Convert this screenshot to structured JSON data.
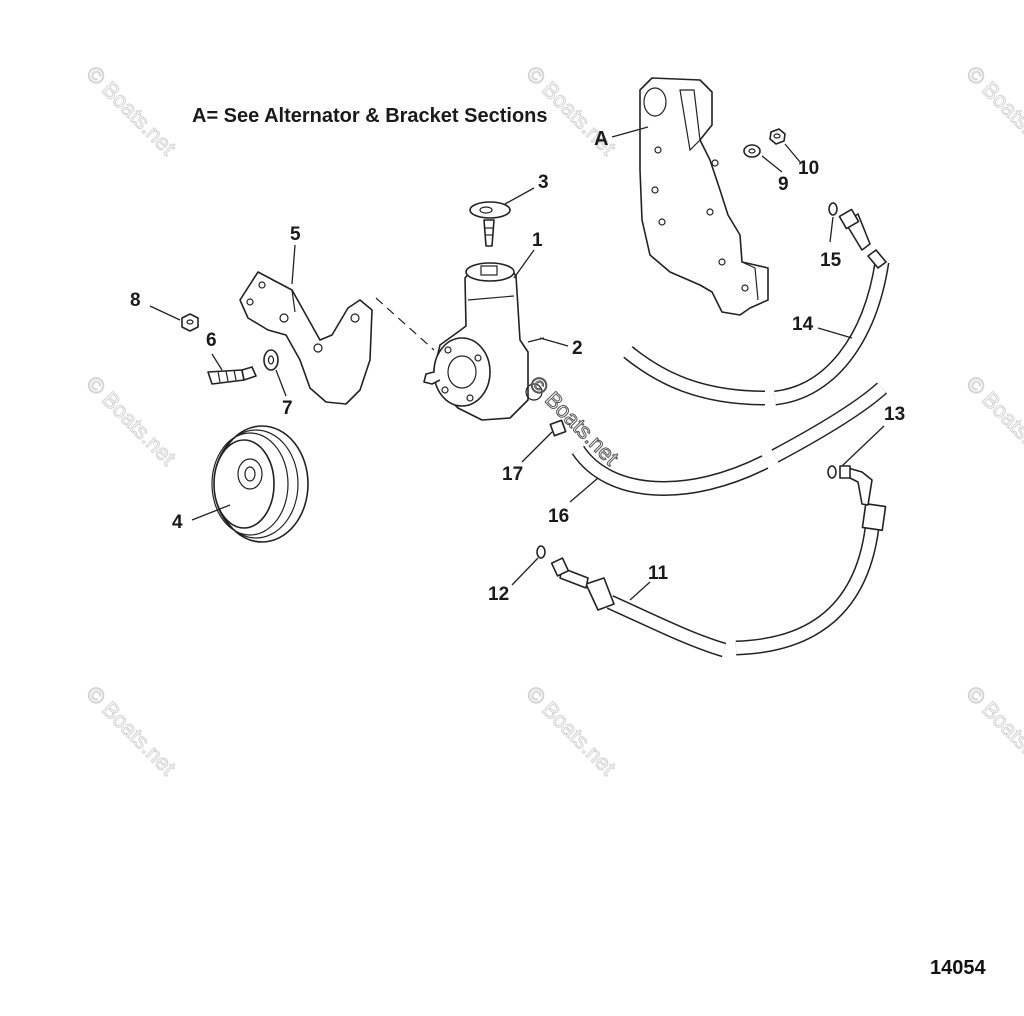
{
  "note": "A= See Alternator & Bracket Sections",
  "bracket_ref_label": "A",
  "figure_number": "14054",
  "watermark": "© Boats.net",
  "callouts": [
    "1",
    "2",
    "3",
    "4",
    "5",
    "6",
    "7",
    "8",
    "9",
    "10",
    "11",
    "12",
    "13",
    "14",
    "15",
    "16",
    "17"
  ],
  "colors": {
    "line": "#222222",
    "watermark": "#d4d4d4",
    "background": "#ffffff"
  }
}
